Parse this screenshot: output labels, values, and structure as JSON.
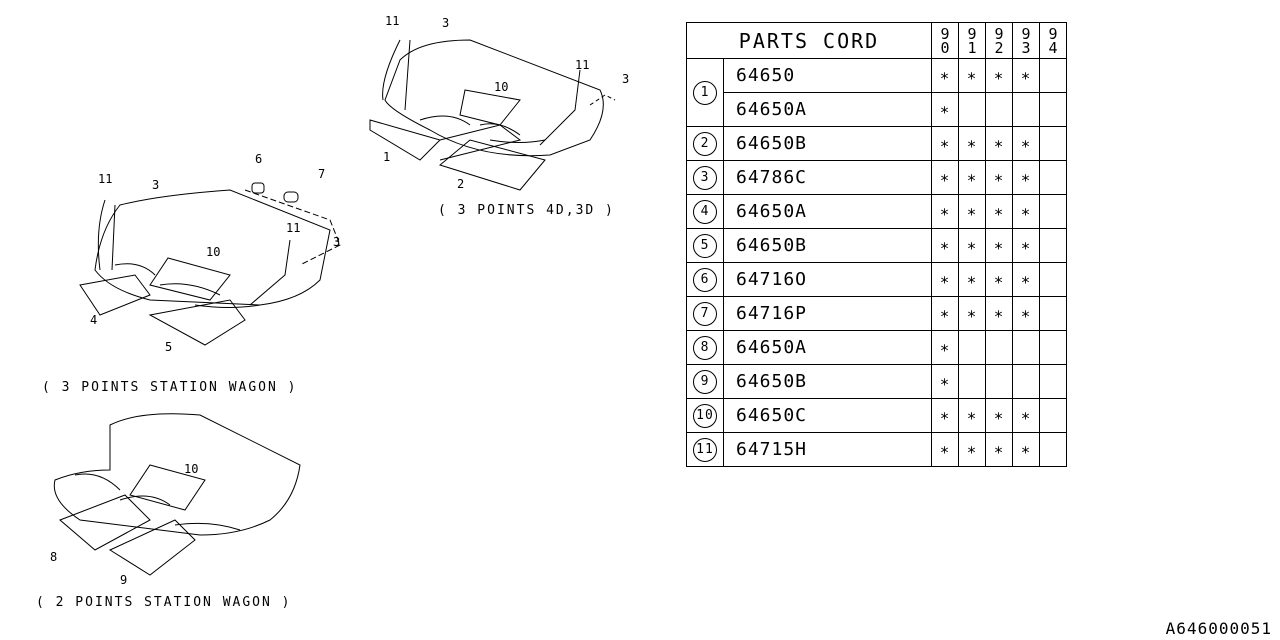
{
  "table": {
    "title": "PARTS CORD",
    "years": [
      "90",
      "91",
      "92",
      "93",
      "94"
    ],
    "mark": "∗",
    "rows": [
      {
        "ref": "1",
        "code": "64650",
        "years": [
          true,
          true,
          true,
          true,
          false
        ]
      },
      {
        "ref": "",
        "code": "64650A",
        "years": [
          true,
          false,
          false,
          false,
          false
        ]
      },
      {
        "ref": "2",
        "code": "64650B",
        "years": [
          true,
          true,
          true,
          true,
          false
        ]
      },
      {
        "ref": "3",
        "code": "64786C",
        "years": [
          true,
          true,
          true,
          true,
          false
        ]
      },
      {
        "ref": "4",
        "code": "64650A",
        "years": [
          true,
          true,
          true,
          true,
          false
        ]
      },
      {
        "ref": "5",
        "code": "64650B",
        "years": [
          true,
          true,
          true,
          true,
          false
        ]
      },
      {
        "ref": "6",
        "code": "64716O",
        "years": [
          true,
          true,
          true,
          true,
          false
        ]
      },
      {
        "ref": "7",
        "code": "64716P",
        "years": [
          true,
          true,
          true,
          true,
          false
        ]
      },
      {
        "ref": "8",
        "code": "64650A",
        "years": [
          true,
          false,
          false,
          false,
          false
        ]
      },
      {
        "ref": "9",
        "code": "64650B",
        "years": [
          true,
          false,
          false,
          false,
          false
        ]
      },
      {
        "ref": "10",
        "code": "64650C",
        "years": [
          true,
          true,
          true,
          true,
          false
        ]
      },
      {
        "ref": "11",
        "code": "64715H",
        "years": [
          true,
          true,
          true,
          true,
          false
        ]
      }
    ]
  },
  "diagrams": {
    "sedan_caption": "( 3 POINTS 4D,3D )",
    "wagon3_caption": "( 3 POINTS STATION WAGON )",
    "wagon2_caption": "( 2 POINTS STATION WAGON )",
    "callouts": {
      "c1": "1",
      "c2": "2",
      "c3": "3",
      "c4": "4",
      "c5": "5",
      "c6": "6",
      "c7": "7",
      "c8": "8",
      "c9": "9",
      "c10": "10",
      "c11": "11"
    }
  },
  "footer": {
    "drawing_id": "A646000051"
  }
}
